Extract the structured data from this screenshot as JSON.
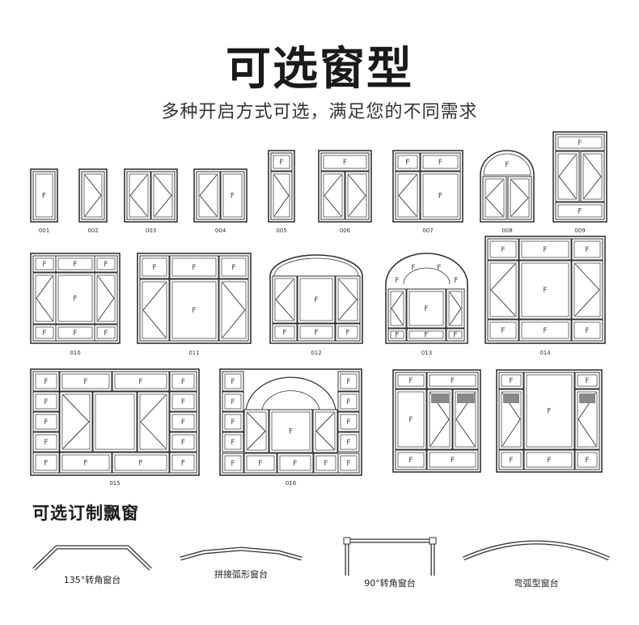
{
  "header": {
    "title": "可选窗型",
    "subtitle": "多种开启方式可选，满足您的不同需求"
  },
  "window_types": {
    "pane_mark": "F",
    "codes": [
      "001",
      "002",
      "003",
      "004",
      "005",
      "006",
      "007",
      "008",
      "009",
      "010",
      "011",
      "012",
      "013",
      "014",
      "015",
      "016"
    ]
  },
  "bay_section": {
    "heading": "可选订制飘窗",
    "items": [
      "135°转角窗台",
      "拼接弧形窗台",
      "90°转角窗台",
      "弯弧型窗台"
    ]
  }
}
